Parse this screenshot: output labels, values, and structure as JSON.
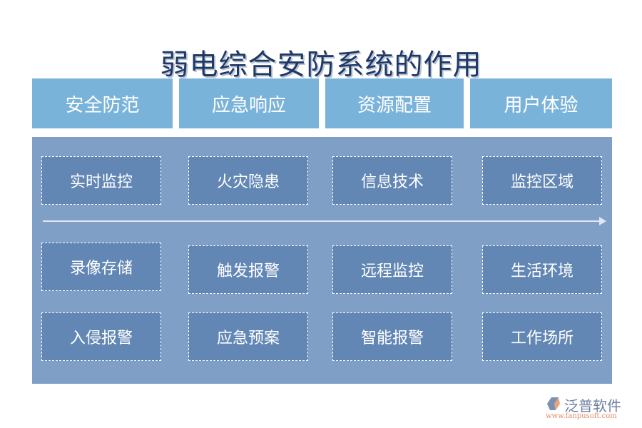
{
  "title": "弱电综合安防系统的作用",
  "headers": [
    "安全防范",
    "应急响应",
    "资源配置",
    "用户体验"
  ],
  "columns": [
    {
      "items": [
        "实时监控",
        "录像存储",
        "入侵报警"
      ]
    },
    {
      "items": [
        "火灾隐患",
        "触发报警",
        "应急预案"
      ]
    },
    {
      "items": [
        "信息技术",
        "远程监控",
        "智能报警"
      ]
    },
    {
      "items": [
        "监控区域",
        "生活环境",
        "工作场所"
      ]
    }
  ],
  "logo": {
    "name": "泛普软件",
    "url": "www.fanpusoft.com"
  },
  "colors": {
    "title": "#1f3864",
    "header_bg": "#7ab3da",
    "panel_bg": "#7f9fc6",
    "box_bg": "#6287b4"
  }
}
